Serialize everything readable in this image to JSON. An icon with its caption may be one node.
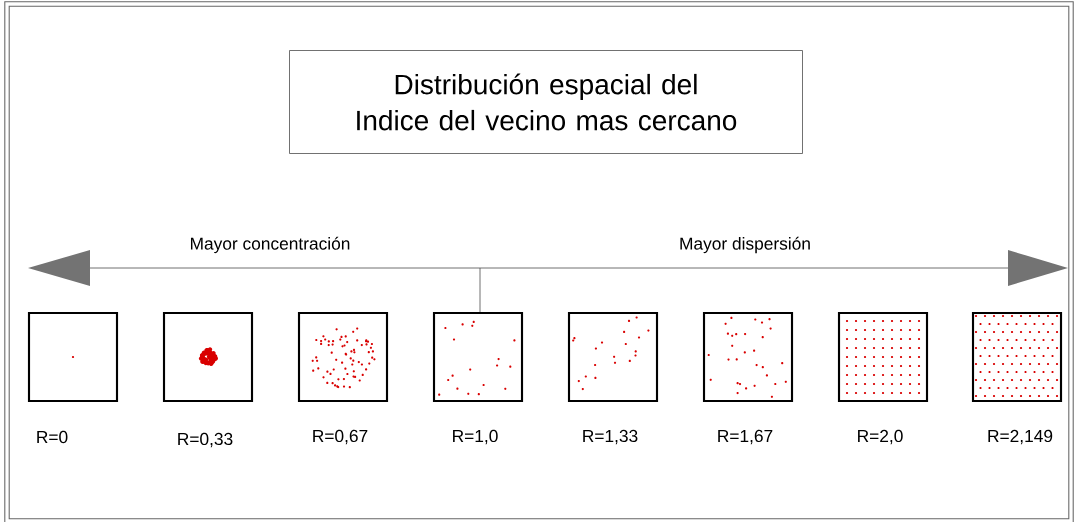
{
  "diagram": {
    "nodes": [
      {
        "text": [
          "Distribución espacial del Indice del vecino mas cercano"
        ]
      },
      {
        "text": [],
        "shape": "box",
        "beside": [
          "R=0"
        ]
      },
      {
        "text": [],
        "shape": "box",
        "beside": [
          "R=0,33"
        ]
      },
      {
        "text": [],
        "shape": "box",
        "beside": [
          "R=0,67"
        ]
      },
      {
        "text": [],
        "shape": "box",
        "beside": [
          "R=1,0"
        ]
      },
      {
        "text": [],
        "shape": "box",
        "beside": [
          "R=1,33"
        ]
      },
      {
        "text": [],
        "shape": "box",
        "beside": [
          "R=1,67"
        ]
      },
      {
        "text": [],
        "shape": "box",
        "beside": [
          "R=2,0"
        ]
      },
      {
        "text": [],
        "shape": "box",
        "beside": [
          "R=2,149"
        ]
      }
    ],
    "labels": [
      "Mayor concentración",
      "Mayor dispersión"
    ]
  }
}
